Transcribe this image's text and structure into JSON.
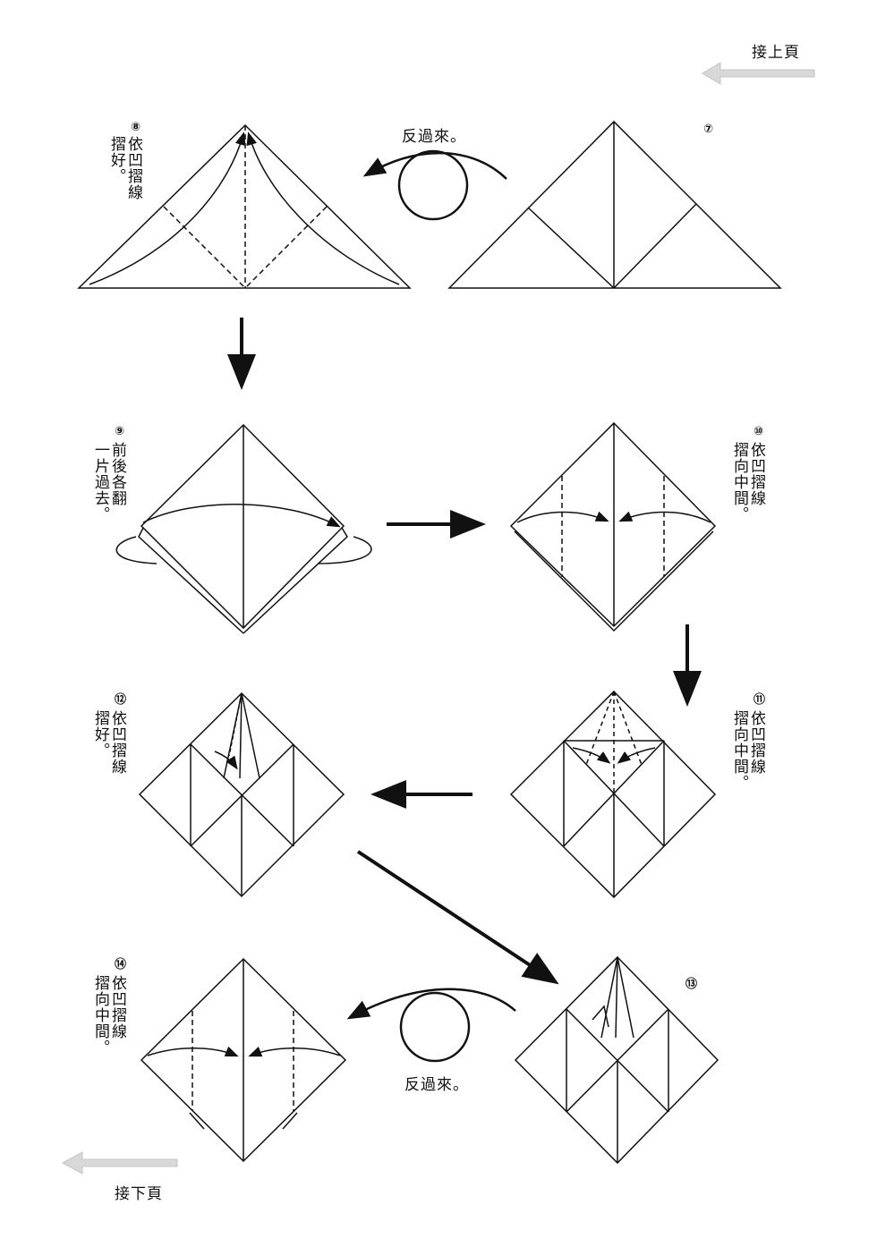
{
  "nav": {
    "prev_page": "接上頁",
    "next_page": "接下頁"
  },
  "flip_label": "反過來。",
  "steps": {
    "s7": {
      "num": "⑦"
    },
    "s8": {
      "num": "⑧",
      "line1": "依凹摺線",
      "line2": "摺好。"
    },
    "s9": {
      "num": "⑨",
      "line1": "前後各翻",
      "line2": "一片過去。"
    },
    "s10": {
      "num": "⑩",
      "line1": "依凹摺線",
      "line2": "摺向中間。"
    },
    "s11": {
      "num": "⑪",
      "line1": "依凹摺線",
      "line2": "摺向中間。"
    },
    "s12": {
      "num": "⑫",
      "line1": "依凹摺線",
      "line2": "摺好。"
    },
    "s13": {
      "num": "⑬"
    },
    "s14": {
      "num": "⑭",
      "line1": "依凹摺線",
      "line2": "摺向中間。"
    }
  }
}
